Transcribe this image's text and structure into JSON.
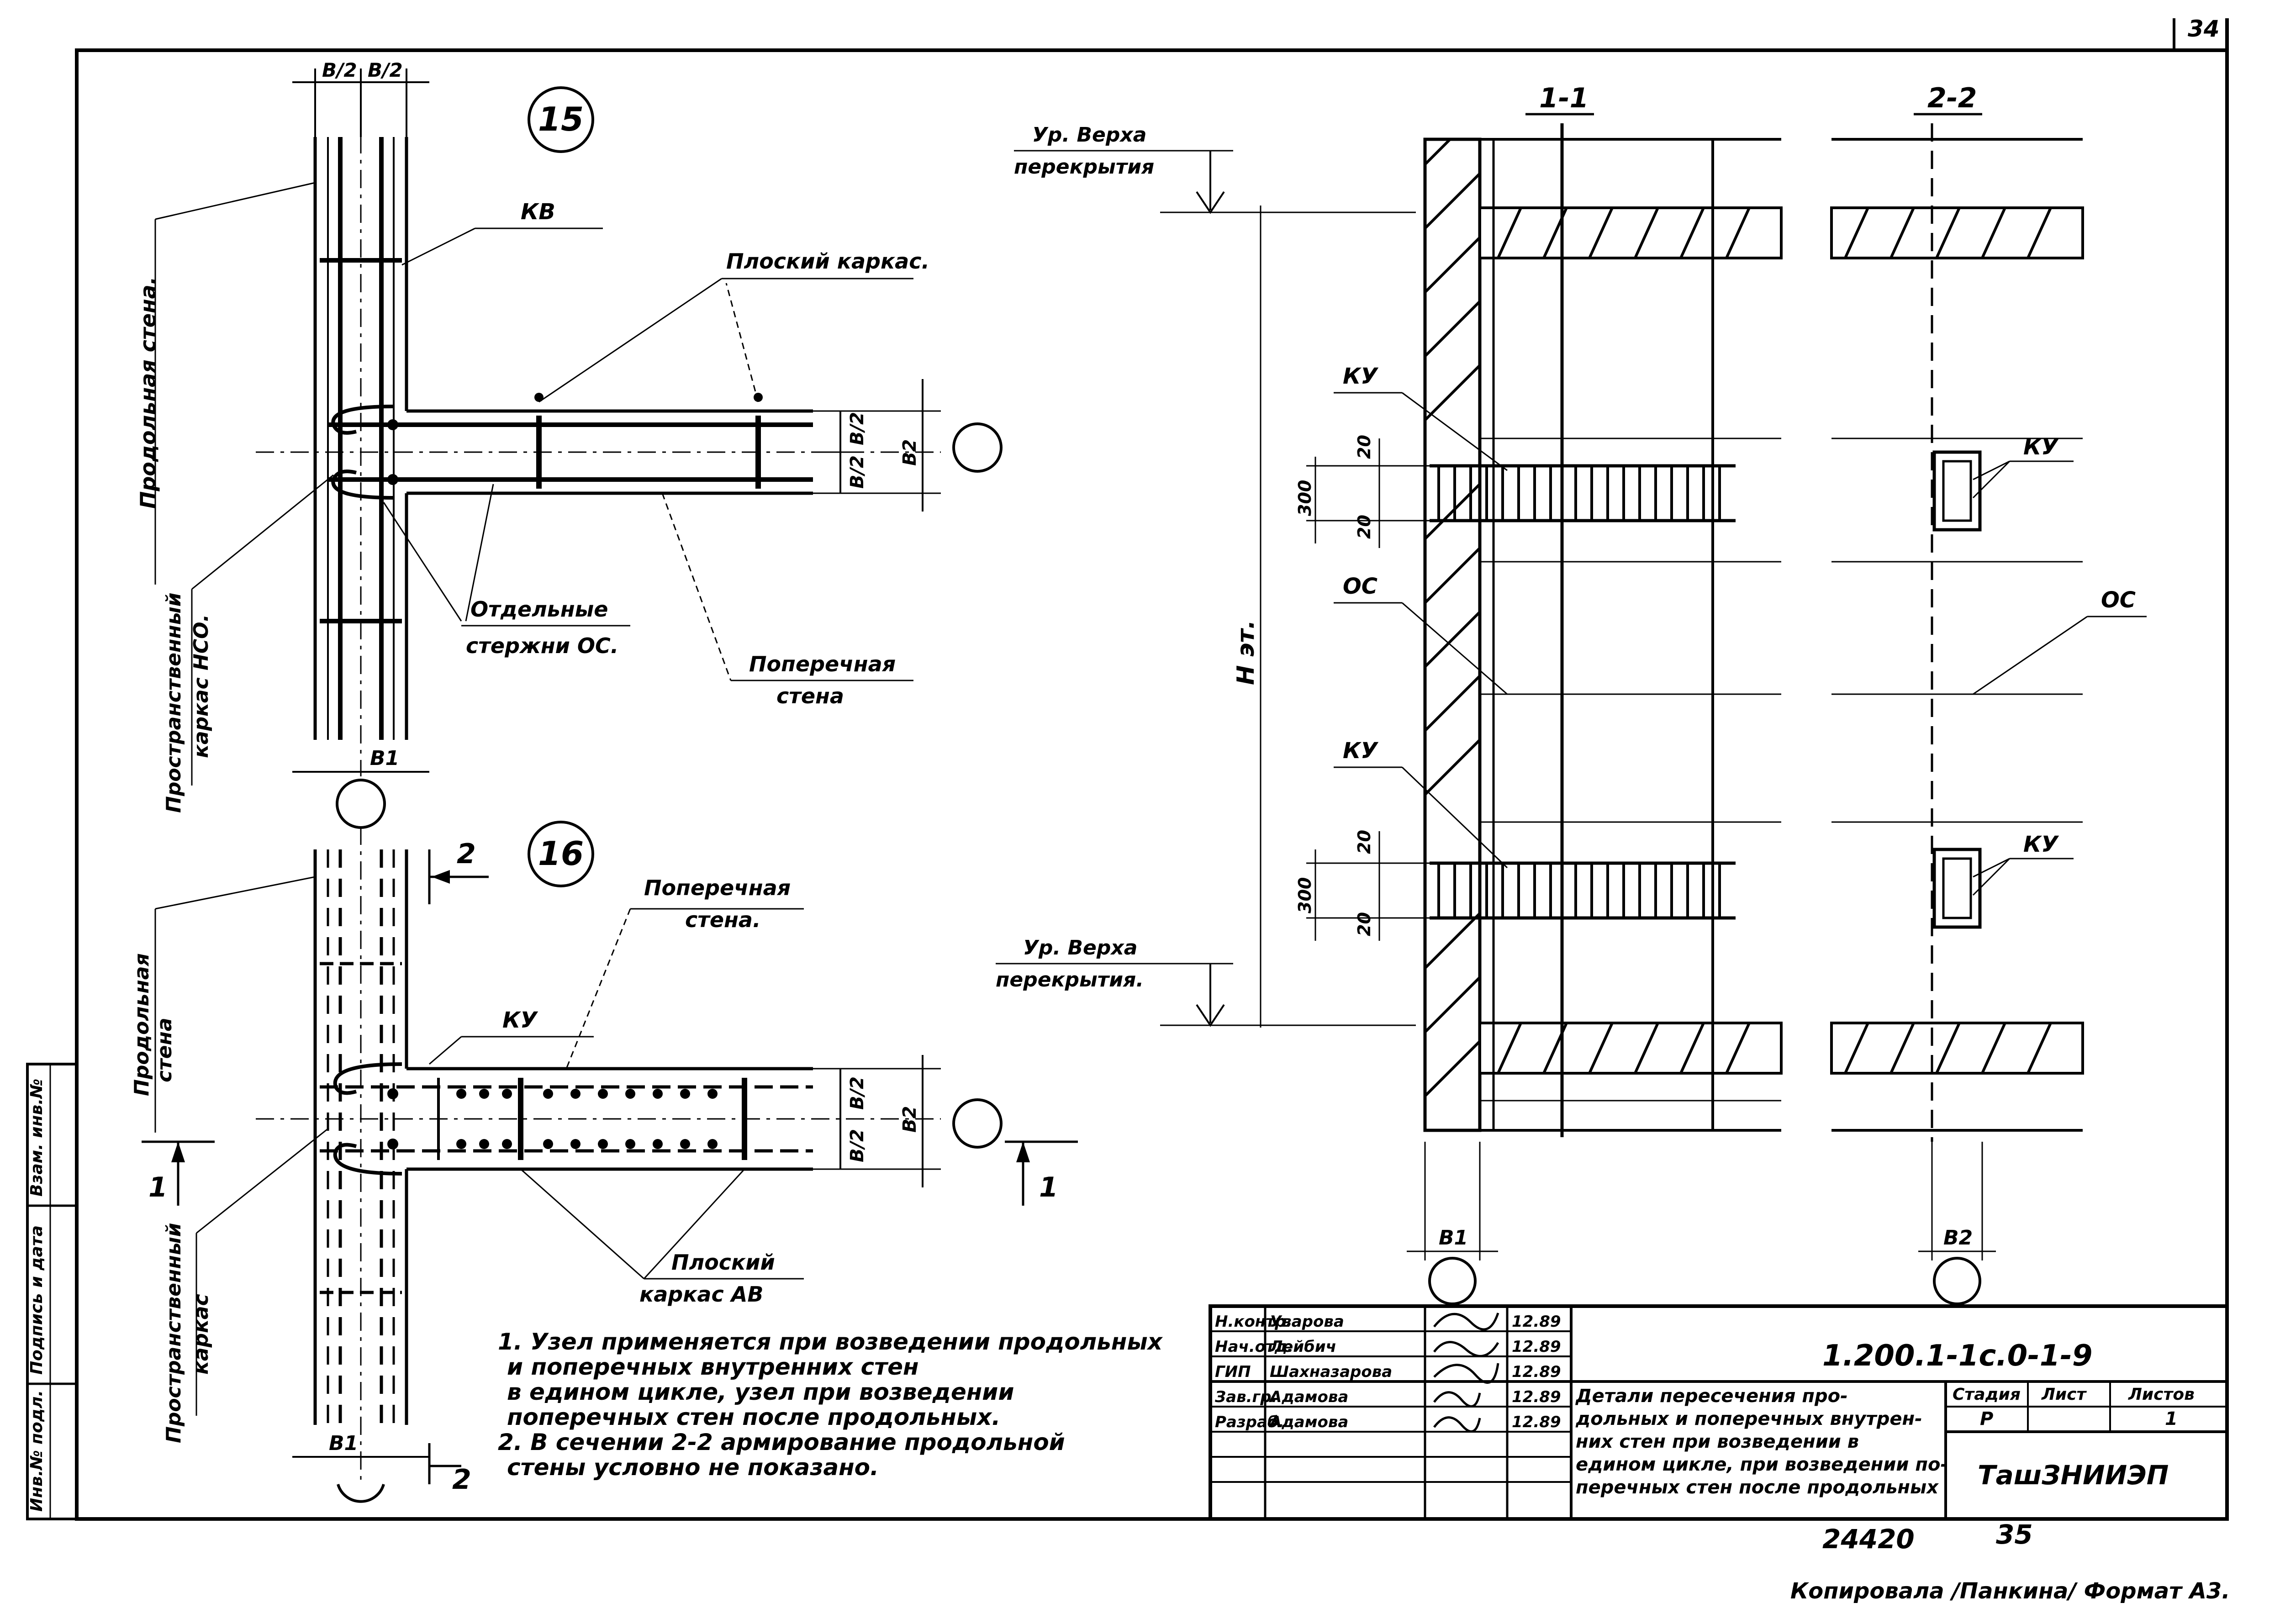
{
  "sheet": {
    "page_number": "34",
    "scan_note": "Копировала /Панкина/ Формат А3.",
    "bottom_numbers": {
      "inventory": "24420",
      "page": "35"
    }
  },
  "side_stamp": [
    "Инв.№ подл.",
    "Подпись и дата",
    "Взам. инв.№"
  ],
  "node15": {
    "number": "15",
    "dim_top_left": "B/2",
    "dim_top_right": "B/2",
    "dim_side_half_top": "B/2",
    "dim_side_half_bottom": "B/2",
    "dim_side_total": "B2",
    "dim_bottom": "B1",
    "kv": "КВ",
    "flat_frame": "Плоский каркас.",
    "longitudinal_wall": "Продольная стена.",
    "separate_rods_1": "Отдельные",
    "separate_rods_2": "стержни ОС.",
    "transverse_wall_1": "Поперечная",
    "transverse_wall_2": "стена",
    "spatial_frame_1": "Пространственный",
    "spatial_frame_2": "каркас НСО."
  },
  "node16": {
    "number": "16",
    "section_mark_2": "2",
    "section_mark_2b": "2",
    "section_mark_1": "1",
    "section_mark_1b": "1",
    "transverse_wall_1": "Поперечная",
    "transverse_wall_2": "стена.",
    "ku": "КУ",
    "longitudinal_wall_1": "Продольная",
    "longitudinal_wall_2": "стена",
    "flat_frame_1": "Плоский",
    "flat_frame_2": "каркас АВ",
    "spatial_frame_1": "Пространственный",
    "spatial_frame_2": "каркас",
    "dim_side_half_top": "B/2",
    "dim_side_half_bottom": "B/2",
    "dim_side_total": "B2",
    "dim_bottom": "B1"
  },
  "level_top_1": "Ур. Верха",
  "level_top_2": "перекрытия",
  "level_bottom_1": "Ур. Верха",
  "level_bottom_2": "перекрытия.",
  "section_1_1": {
    "title": "1-1",
    "ku_top": "КУ",
    "oc": "ОС",
    "ku_bottom": "КУ",
    "height": "H эт.",
    "dim_300_top": "300",
    "dim_20_a": "20",
    "dim_20_b": "20",
    "dim_300_bottom": "300",
    "dim_20_c": "20",
    "dim_20_d": "20",
    "dim_bottom": "B1"
  },
  "section_2_2": {
    "title": "2-2",
    "ku_top": "КУ",
    "oc": "ОС",
    "ku_bottom": "КУ",
    "dim_bottom": "B2"
  },
  "notes": [
    "1. Узел применяется при возведении продольных",
    "и поперечных внутренних стен",
    "в едином цикле, узел при возведении",
    "поперечных стен после продольных.",
    "2. В сечении 2-2 армирование продольной",
    "стены условно не показано."
  ],
  "title_block": {
    "code": "1.200.1-1с.0-1-9",
    "roles": [
      "Н.контр.",
      "Нач.отд.",
      "ГИП",
      "Зав.гр.",
      "Разраб."
    ],
    "names": [
      "Уварова",
      "Лейбич",
      "Шахназарова",
      "Адамова",
      "Адамова"
    ],
    "dates": [
      "12.89",
      "12.89",
      "12.89",
      "12.89",
      "12.89"
    ],
    "description": [
      "Детали пересечения про-",
      "дольных и поперечных внутрен-",
      "них стен при возведении в",
      "едином цикле, при возведении по-",
      "перечных стен после продольных"
    ],
    "stage_header": "Стадия",
    "sheet_header": "Лист",
    "sheets_header": "Листов",
    "stage": "Р",
    "sheets": "1",
    "organization": "ТашЗНИИЭП"
  }
}
